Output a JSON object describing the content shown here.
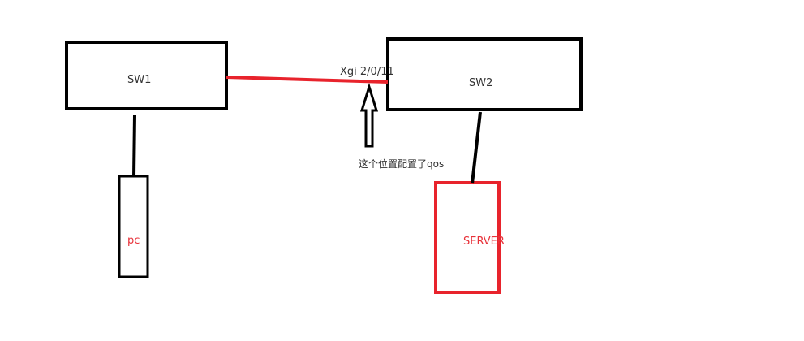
{
  "nodes": {
    "sw1": {
      "label": "SW1"
    },
    "sw2": {
      "label": "SW2"
    },
    "pc": {
      "label": "pc"
    },
    "server": {
      "label": "SERVER"
    }
  },
  "link": {
    "port_label": "Xgi 2/0/11"
  },
  "annotation": {
    "text": "这个位置配置了qos"
  },
  "colors": {
    "line": "#000000",
    "accent": "#e8232c"
  }
}
